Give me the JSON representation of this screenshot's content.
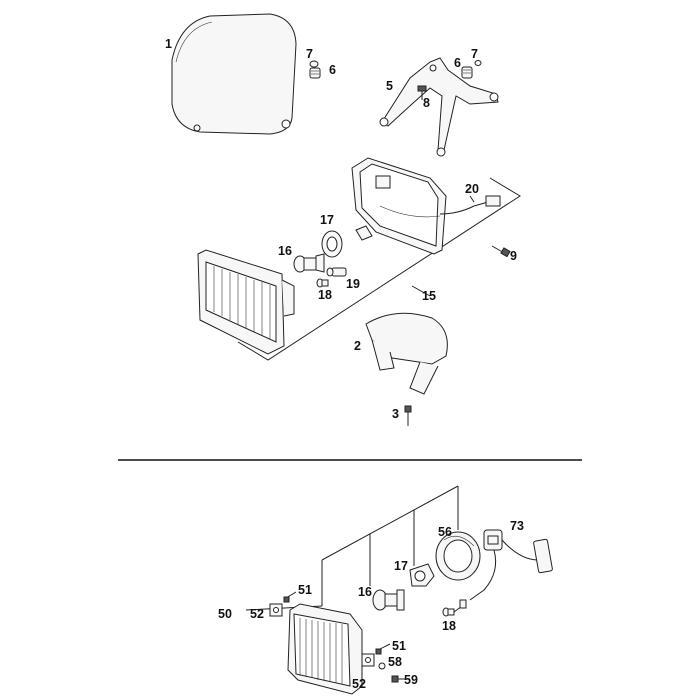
{
  "upper": {
    "labels": {
      "p1": "1",
      "p7a": "7",
      "p6a": "6",
      "p5": "5",
      "p8": "8",
      "p6b": "6",
      "p7b": "7",
      "p20": "20",
      "p17": "17",
      "p9": "9",
      "p16": "16",
      "p19": "19",
      "p18": "18",
      "p15": "15",
      "p2": "2",
      "p3": "3"
    }
  },
  "lower": {
    "labels": {
      "p56": "56",
      "p73": "73",
      "p17": "17",
      "p16": "16",
      "p51a": "51",
      "p50": "50",
      "p52a": "52",
      "p18": "18",
      "p51b": "51",
      "p58": "58",
      "p52b": "52",
      "p59": "59"
    }
  },
  "colors": {
    "line": "#222222",
    "part_fill": "#f7f7f7",
    "background": "#ffffff"
  }
}
